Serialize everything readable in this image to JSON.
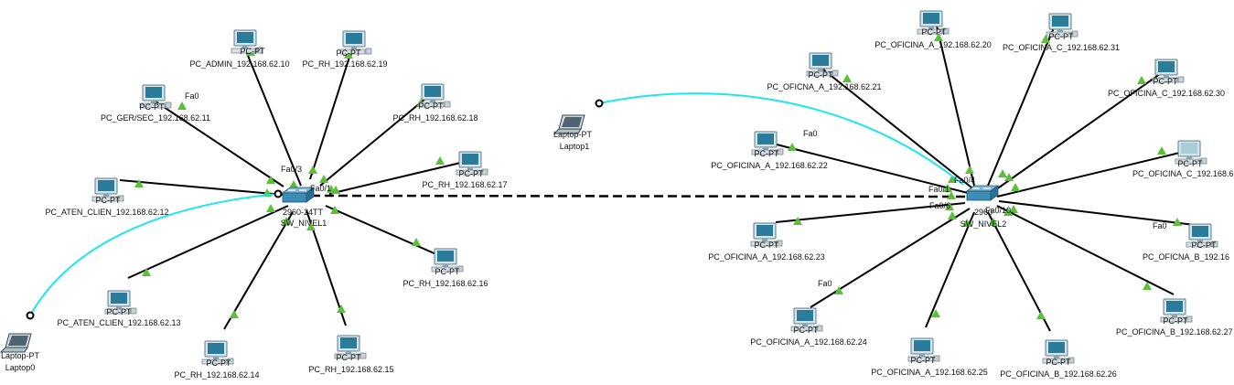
{
  "switches": [
    {
      "id": "s1",
      "model": "2960-24TT",
      "name": "SW_NIVEL1"
    },
    {
      "id": "s2",
      "model": "2960",
      "name": "SW_NIVEL2"
    }
  ],
  "pcs": [
    {
      "id": "admin",
      "type": "PC-PT",
      "name": "PC_ADMIN_192.168.62.10"
    },
    {
      "id": "rh19",
      "type": "PC-PT",
      "name": "PC_RH_192.168.62.19"
    },
    {
      "id": "gersec",
      "type": "PC-PT",
      "name": "PC_GER/SEC_192.168.62.11"
    },
    {
      "id": "rh18",
      "type": "PC-PT",
      "name": "PC_RH_192.168.62.18"
    },
    {
      "id": "rh17",
      "type": "PC-PT",
      "name": "PC_RH_192.168.62.17"
    },
    {
      "id": "aten12",
      "type": "PC-PT",
      "name": "PC_ATEN_CLIEN_192.168.62.12"
    },
    {
      "id": "rh16",
      "type": "PC-PT",
      "name": "PC_RH_192.168.62.16"
    },
    {
      "id": "aten13",
      "type": "PC-PT",
      "name": "PC_ATEN_CLIEN_192.168.62.13"
    },
    {
      "id": "rh14",
      "type": "PC-PT",
      "name": "PC_RH_192.168.62.14"
    },
    {
      "id": "rh15",
      "type": "PC-PT",
      "name": "PC_RH_192.168.62.15"
    },
    {
      "id": "oa20",
      "type": "PC-PT",
      "name": "PC_OFICINA_A_192.168.62.20"
    },
    {
      "id": "oc31",
      "type": "PC-PT",
      "name": "PC_OFICINA_C_192.168.62.31"
    },
    {
      "id": "oa21",
      "type": "PC-PT",
      "name": "PC_OFICNA_A_192.168.62.21"
    },
    {
      "id": "oc30",
      "type": "PC-PT",
      "name": "PC_OFICINA_C_192.168.62.30"
    },
    {
      "id": "oa22",
      "type": "PC-PT",
      "name": "PC_OFICINA_A_192.168.62.22"
    },
    {
      "id": "oc6",
      "type": "PC-PT",
      "name": "PC_OFICINA_C_192.168.6"
    },
    {
      "id": "oa23",
      "type": "PC-PT",
      "name": "PC_OFICINA_A_192.168.62.23"
    },
    {
      "id": "ob16",
      "type": "PC-PT",
      "name": "PC_OFICNA_B_192.16"
    },
    {
      "id": "oa24",
      "type": "PC-PT",
      "name": "PC_OFICINA_A_192.168.62.24"
    },
    {
      "id": "ob27",
      "type": "PC-PT",
      "name": "PC_OFICINA_B_192.168.62.27"
    },
    {
      "id": "oa25",
      "type": "PC-PT",
      "name": "PC_OFICINA_A_192.168.62.25"
    },
    {
      "id": "ob26",
      "type": "PC-PT",
      "name": "PC_OFICINA_B_192.168.62.26"
    }
  ],
  "laptops": [
    {
      "id": "lap0",
      "type": "Laptop-PT",
      "name": "Laptop0"
    },
    {
      "id": "lap1",
      "type": "Laptop-PT",
      "name": "Laptop1"
    }
  ],
  "port_labels": [
    {
      "id": "p_gersec_fa0",
      "text": "Fa0"
    },
    {
      "id": "p_s1_fa03",
      "text": "Fa0/3"
    },
    {
      "id": "p_s1_fa01",
      "text": "Fa0/1"
    },
    {
      "id": "p_oa22_fa0",
      "text": "Fa0"
    },
    {
      "id": "p_s2_fa04",
      "text": "Fa0/4"
    },
    {
      "id": "p_s2_fa01",
      "text": "Fa0/1"
    },
    {
      "id": "p_s2_fa06",
      "text": "Fa0/6"
    },
    {
      "id": "p_s2_fa010",
      "text": "Fa0/10"
    },
    {
      "id": "p_ob16_fa0",
      "text": "Fa0"
    },
    {
      "id": "p_oa24_fa0",
      "text": "Fa0"
    }
  ],
  "colors": {
    "link": "#000000",
    "wireless": "#1ee6f0",
    "status_up": "#5cbf3a",
    "pc_screen": "#2b7c9a",
    "switch": "#3b8db8"
  }
}
